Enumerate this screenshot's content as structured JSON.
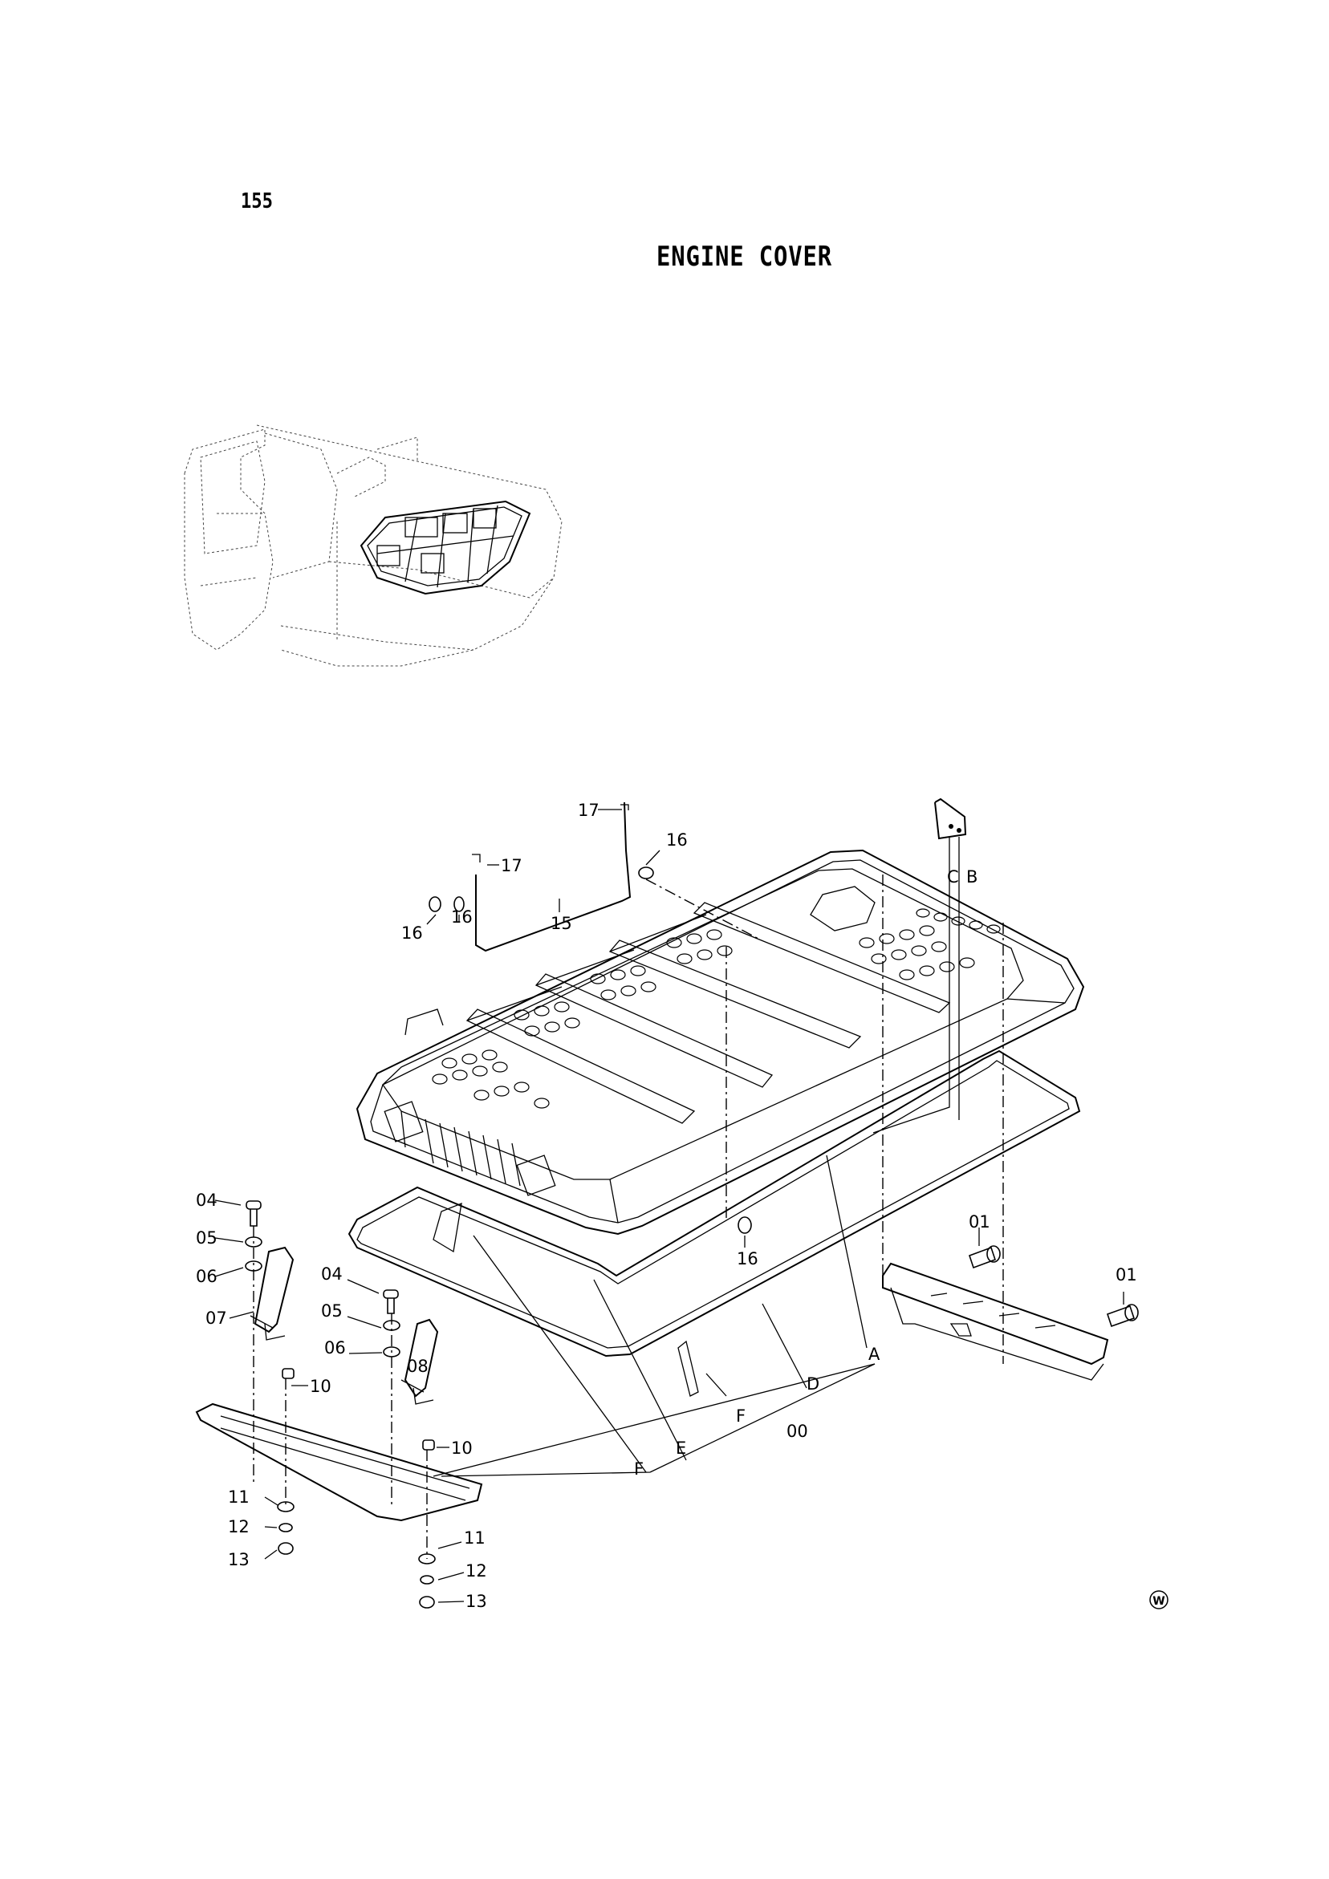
{
  "page": {
    "number": "155",
    "title": "ENGINE COVER"
  },
  "callouts": {
    "c00": "00",
    "c01a": "01",
    "c01b": "01",
    "c04a": "04",
    "c04b": "04",
    "c05a": "05",
    "c05b": "05",
    "c06a": "06",
    "c06b": "06",
    "c07": "07",
    "c08": "08",
    "c10a": "10",
    "c10b": "10",
    "c11a": "11",
    "c11b": "11",
    "c12a": "12",
    "c12b": "12",
    "c13a": "13",
    "c13b": "13",
    "c15": "15",
    "c16a": "16",
    "c16b": "16",
    "c16c": "16",
    "c16d": "16",
    "c17a": "17",
    "c17b": "17",
    "refA": "A",
    "refB": "B",
    "refC": "C",
    "refD": "D",
    "refE": "E",
    "refF1": "F",
    "refF2": "F"
  },
  "marks": {
    "w_symbol": "W"
  }
}
